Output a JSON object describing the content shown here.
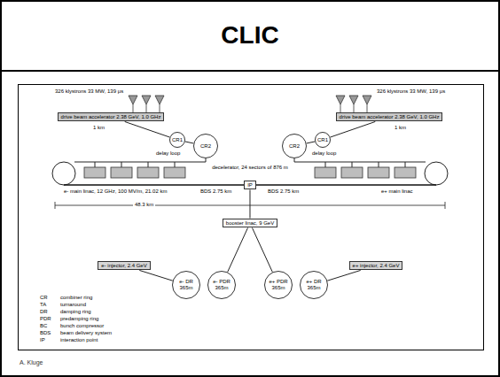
{
  "diagram": {
    "title": "CLIC",
    "caption": "A. Kluge",
    "nodes": [
      {
        "text": [
          "drive beam accelerator 2.38 GeV, 1.0 GHz"
        ]
      },
      {
        "text": [
          "drive beam accelerator 2.38 GeV, 1.0 GHz"
        ]
      },
      {
        "text": [
          "CR1"
        ]
      },
      {
        "text": [
          "CR2"
        ]
      },
      {
        "text": [
          "CR2"
        ]
      },
      {
        "text": [
          "CR1"
        ]
      },
      {
        "text": [
          "IP"
        ]
      },
      {
        "text": [
          "booster linac, 9 GeV"
        ]
      },
      {
        "text": [
          "e- injector, 2.4 GeV"
        ]
      },
      {
        "text": [
          "e+ injector, 2.4 GeV"
        ]
      },
      {
        "text": [
          "e- DR 365m"
        ]
      },
      {
        "text": [
          "e- PDR 365m"
        ]
      },
      {
        "text": [
          "e+ PDR 365m"
        ]
      },
      {
        "text": [
          "e+ DR 365m"
        ]
      }
    ],
    "edges": [
      {
        "from": 0,
        "to": 2,
        "arrow": "none"
      },
      {
        "from": 2,
        "to": 3,
        "arrow": "none"
      },
      {
        "from": 1,
        "to": 5,
        "arrow": "none"
      },
      {
        "from": 5,
        "to": 4,
        "arrow": "none"
      },
      {
        "from": 7,
        "to": 6,
        "arrow": "none"
      },
      {
        "from": 8,
        "to": 10,
        "arrow": "none"
      },
      {
        "from": 9,
        "to": 13,
        "arrow": "none"
      },
      {
        "from": 11,
        "to": 7,
        "arrow": "none"
      },
      {
        "from": 12,
        "to": 7,
        "arrow": "none"
      }
    ],
    "labels": [
      "326 klystrons 33 MW, 139 μs",
      "1 km",
      "delay loop",
      "326 klystrons 33 MW, 139 μs",
      "1 km",
      "delay loop",
      "decelerator, 24 sectors of 876 m",
      "e- main linac, 12 GHz, 100 MV/m, 21.02 km",
      "BDS 2.75 km",
      "BDS 2.75 km",
      "e+ main linac",
      "48.3 km",
      "CR",
      "combiner ring",
      "TA",
      "turnaround",
      "DR",
      "damping ring",
      "PDR",
      "predamping ring",
      "BC",
      "bunch compressor",
      "BDS",
      "beam delivery system",
      "IP",
      "interaction point"
    ]
  }
}
